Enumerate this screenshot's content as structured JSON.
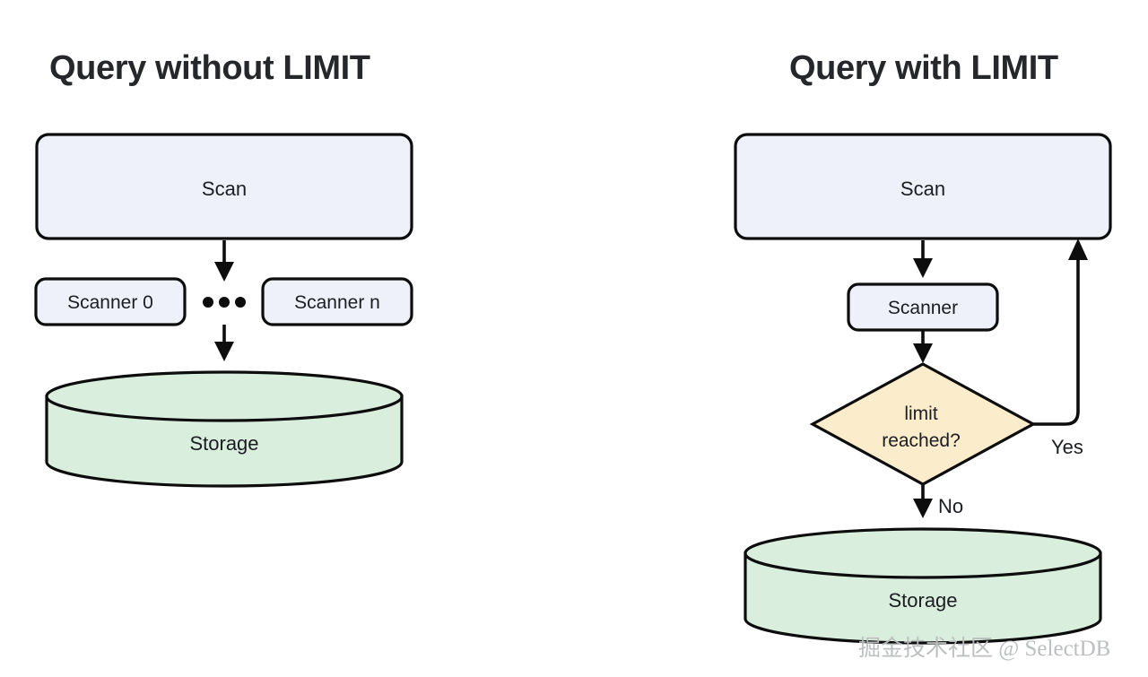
{
  "diagram": {
    "type": "flowchart",
    "background": "#ffffff",
    "panels": [
      {
        "id": "left",
        "title": "Query without LIMIT",
        "nodes": [
          {
            "id": "scan-left",
            "label": "Scan",
            "shape": "rounded-rect",
            "fill": "#eef1fa"
          },
          {
            "id": "scanner-0",
            "label": "Scanner 0",
            "shape": "rounded-rect",
            "fill": "#eef1fa"
          },
          {
            "id": "scanner-n",
            "label": "Scanner n",
            "shape": "rounded-rect",
            "fill": "#eef1fa"
          },
          {
            "id": "ellipsis",
            "label": "...",
            "shape": "dots"
          },
          {
            "id": "storage-left",
            "label": "Storage",
            "shape": "cylinder",
            "fill": "#daeede"
          }
        ],
        "edges": [
          {
            "from": "scan-left",
            "to": "ellipsis",
            "label": ""
          },
          {
            "from": "ellipsis",
            "to": "storage-left",
            "label": ""
          }
        ]
      },
      {
        "id": "right",
        "title": "Query with LIMIT",
        "nodes": [
          {
            "id": "scan-right",
            "label": "Scan",
            "shape": "rounded-rect",
            "fill": "#eef1fa"
          },
          {
            "id": "scanner",
            "label": "Scanner",
            "shape": "rounded-rect",
            "fill": "#eef1fa"
          },
          {
            "id": "limit-decision",
            "label_line1": "limit",
            "label_line2": "reached?",
            "shape": "diamond",
            "fill": "#fbeccb"
          },
          {
            "id": "storage-right",
            "label": "Storage",
            "shape": "cylinder",
            "fill": "#daeede"
          }
        ],
        "edges": [
          {
            "from": "scan-right",
            "to": "scanner",
            "label": ""
          },
          {
            "from": "scanner",
            "to": "limit-decision",
            "label": ""
          },
          {
            "from": "limit-decision",
            "to": "scan-right",
            "label": "Yes"
          },
          {
            "from": "limit-decision",
            "to": "storage-right",
            "label": "No"
          }
        ]
      }
    ],
    "watermark": "掘金技术社区 @ SelectDB",
    "colors": {
      "node_blue": "#eef1fa",
      "node_green": "#daeede",
      "node_cream": "#fbeccb",
      "stroke": "#0d0d0d",
      "title_text": "#26272b",
      "watermark_text": "#b9bcbd"
    }
  }
}
